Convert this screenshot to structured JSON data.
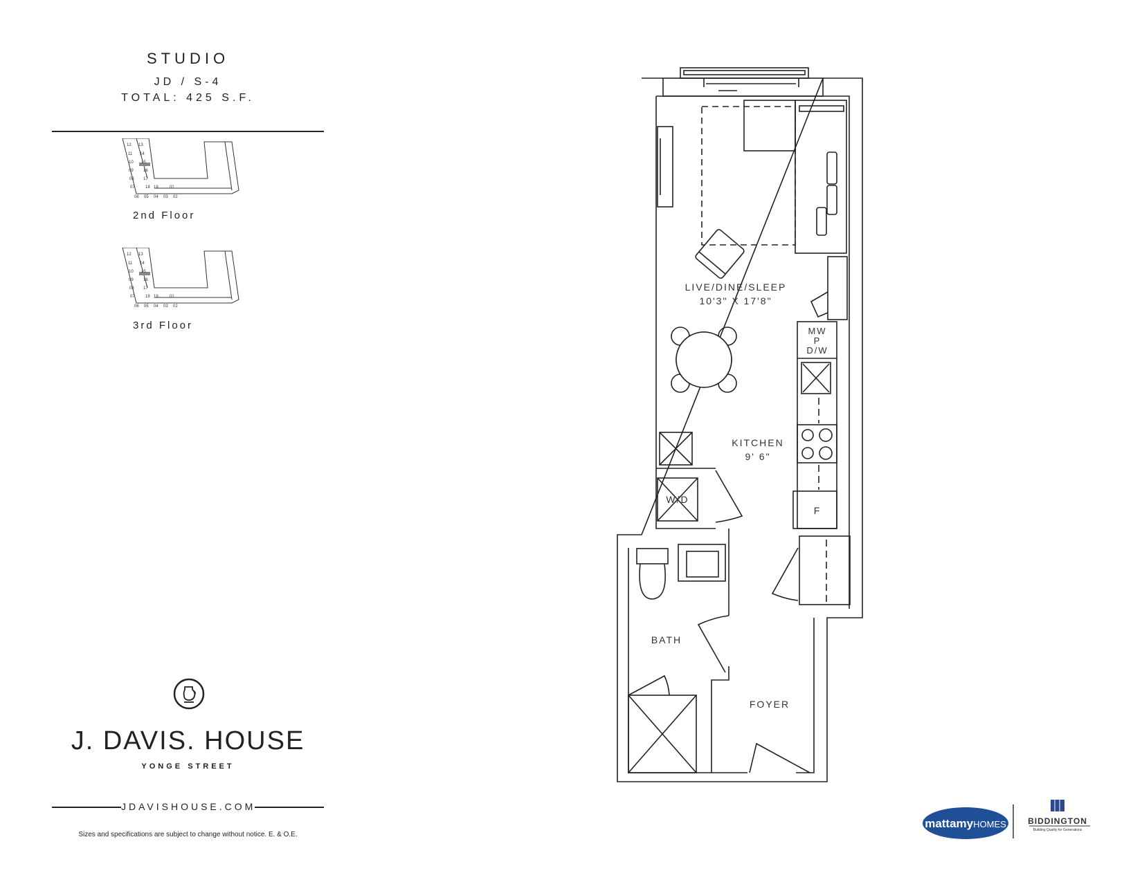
{
  "unit": {
    "type": "STUDIO",
    "code": "JD / S-4",
    "total": "TOTAL: 425 S.F."
  },
  "key_plans": {
    "floors": [
      "2nd Floor",
      "3rd Floor"
    ],
    "unit_numbers": [
      "12",
      "13",
      "11",
      "14",
      "10",
      "15",
      "09",
      "16",
      "08",
      "17",
      "07",
      "18",
      "19",
      "01",
      "06",
      "05",
      "04",
      "03",
      "02"
    ]
  },
  "rooms": {
    "live": "LIVE/DINE/SLEEP",
    "live_dims": "10'3\" X 17'8\"",
    "kitchen": "KITCHEN",
    "kitchen_dims": "9' 6\"",
    "mw": "MW",
    "p": "P",
    "dw": "D/W",
    "wd": "W/D",
    "fridge": "F",
    "bath": "BATH",
    "foyer": "FOYER"
  },
  "brand": {
    "name": "J. DAVIS. HOUSE",
    "street": "YONGE STREET",
    "url": "JDAVISHOUSE.COM",
    "disclaimer": "Sizes and specifications are subject to change without notice.  E. & O.E."
  },
  "builders": {
    "mattamy_a": "mattamy",
    "mattamy_b": "HOMES",
    "biddington": "BIDDINGTON",
    "biddington_tagline": "Building Quality for Generations",
    "mattamy_color": "#1f4f97",
    "biddington_color": "#2a4a8c"
  }
}
